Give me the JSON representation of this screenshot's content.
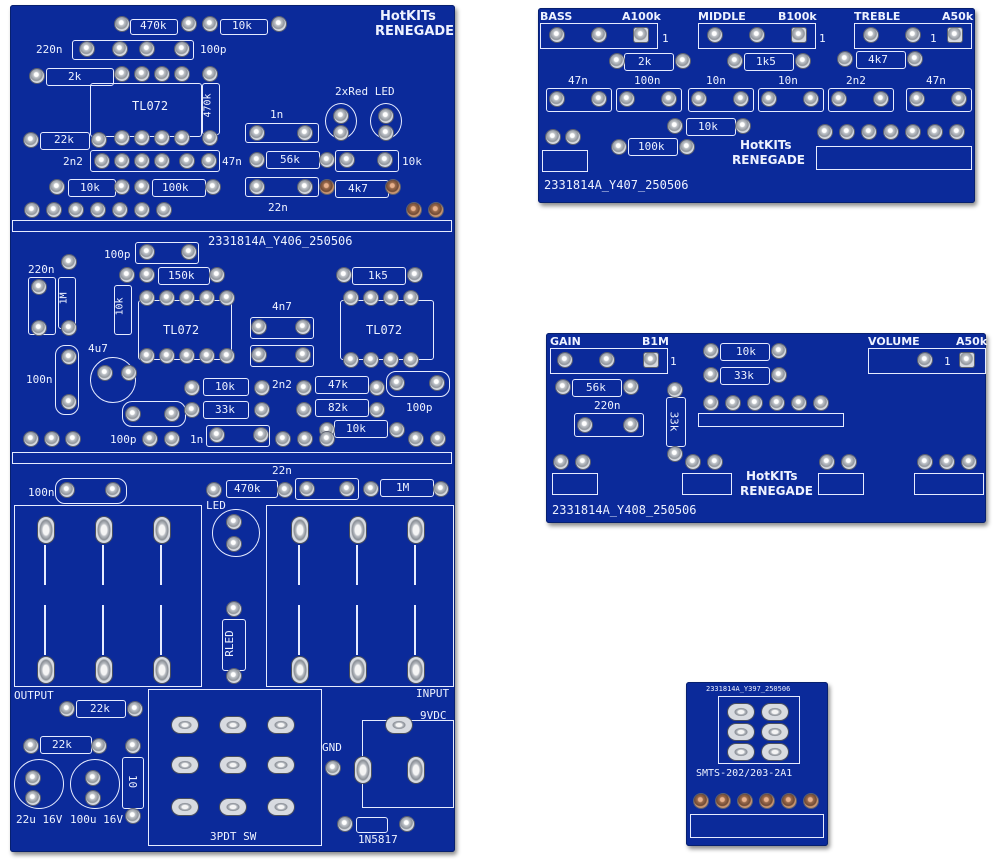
{
  "boards": {
    "main": {
      "brand": "HotKITs",
      "brand2": "RENEGADE",
      "id": "2331814A_Y406_250506",
      "labels": [
        "470k",
        "10k",
        "220n",
        "100p",
        "2k",
        "TL072",
        "470k",
        "22k",
        "2n2",
        "47n",
        "1n",
        "56k",
        "10k",
        "2xRed LED",
        "10k",
        "100k",
        "4k7",
        "22n",
        "100p",
        "220n",
        "1M",
        "150k",
        "10k",
        "TL072",
        "4n7",
        "1k5",
        "TL072",
        "4u7",
        "100n",
        "10k",
        "2n2",
        "47k",
        "33k",
        "82k",
        "100p",
        "10k",
        "100p",
        "1n",
        "100n",
        "LED",
        "470k",
        "22n",
        "1M",
        "RLED",
        "OUTPUT",
        "22k",
        "INPUT",
        "22k",
        "GND",
        "9VDC",
        "10",
        "22u 16V",
        "100u 16V",
        "3PDT SW",
        "1N5817"
      ]
    },
    "tone": {
      "pots": [
        "BASS",
        "A100k",
        "MIDDLE",
        "B100k",
        "TREBLE",
        "A50k"
      ],
      "labels": [
        "1",
        "1",
        "1",
        "2k",
        "1k5",
        "4k7",
        "47n",
        "100n",
        "10n",
        "10n",
        "2n2",
        "47n",
        "10k",
        "100k"
      ],
      "brand": "HotKITs",
      "brand2": "RENEGADE",
      "id": "2331814A_Y407_250506"
    },
    "gain": {
      "pots": [
        "GAIN",
        "B1M",
        "VOLUME",
        "A50k"
      ],
      "labels": [
        "1",
        "1",
        "10k",
        "33k",
        "56k",
        "220n",
        "33k"
      ],
      "brand": "HotKITs",
      "brand2": "RENEGADE",
      "id": "2331814A_Y408_250506"
    },
    "switch": {
      "id": "2331814A_Y397_250506",
      "name": "SMTS-202/203-2A1"
    }
  }
}
